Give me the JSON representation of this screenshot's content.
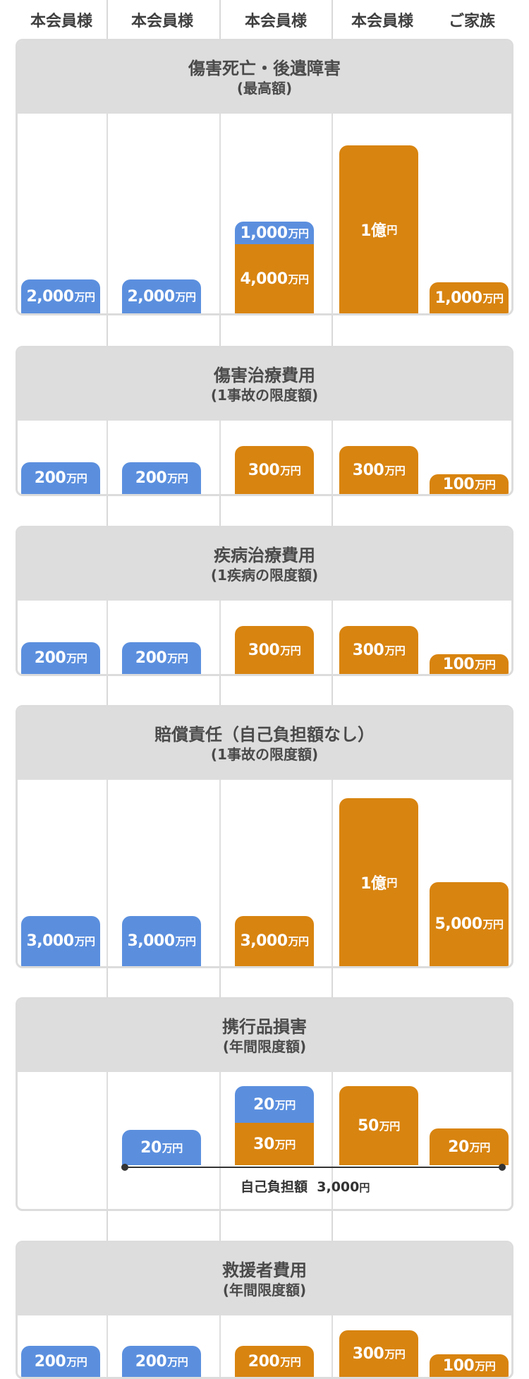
{
  "columns": [
    "本会員様",
    "本会員様",
    "本会員様",
    "本会員様",
    "ご家族"
  ],
  "colors": {
    "blue": "#5b8fde",
    "orange": "#d88410",
    "header_bg": "#dddddd"
  },
  "chart_data": {
    "type": "bar",
    "unit": "万円",
    "categories": [
      "本会員様",
      "本会員様",
      "本会員様",
      "本会員様",
      "ご家族"
    ],
    "sections": [
      {
        "title": "傷害死亡・後遺障害",
        "subtitle": "(最高額)",
        "bars": [
          {
            "category": "本会員様",
            "segments": [
              {
                "label": "2,000",
                "unit": "万円",
                "value": 2000,
                "color": "blue"
              }
            ]
          },
          {
            "category": "本会員様",
            "segments": [
              {
                "label": "2,000",
                "unit": "万円",
                "value": 2000,
                "color": "blue"
              }
            ]
          },
          {
            "category": "本会員様",
            "segments": [
              {
                "label": "4,000",
                "unit": "万円",
                "value": 4000,
                "color": "orange"
              },
              {
                "label": "1,000",
                "unit": "万円",
                "value": 1000,
                "color": "blue"
              }
            ]
          },
          {
            "category": "本会員様",
            "segments": [
              {
                "label": "1億",
                "unit": "円",
                "value": 10000,
                "color": "orange"
              }
            ]
          },
          {
            "category": "ご家族",
            "segments": [
              {
                "label": "1,000",
                "unit": "万円",
                "value": 1000,
                "color": "orange"
              }
            ]
          }
        ]
      },
      {
        "title": "傷害治療費用",
        "subtitle": "(1事故の限度額)",
        "bars": [
          {
            "category": "本会員様",
            "segments": [
              {
                "label": "200",
                "unit": "万円",
                "value": 200,
                "color": "blue"
              }
            ]
          },
          {
            "category": "本会員様",
            "segments": [
              {
                "label": "200",
                "unit": "万円",
                "value": 200,
                "color": "blue"
              }
            ]
          },
          {
            "category": "本会員様",
            "segments": [
              {
                "label": "300",
                "unit": "万円",
                "value": 300,
                "color": "orange"
              }
            ]
          },
          {
            "category": "本会員様",
            "segments": [
              {
                "label": "300",
                "unit": "万円",
                "value": 300,
                "color": "orange"
              }
            ]
          },
          {
            "category": "ご家族",
            "segments": [
              {
                "label": "100",
                "unit": "万円",
                "value": 100,
                "color": "orange"
              }
            ]
          }
        ]
      },
      {
        "title": "疾病治療費用",
        "subtitle": "(1疾病の限度額)",
        "bars": [
          {
            "category": "本会員様",
            "segments": [
              {
                "label": "200",
                "unit": "万円",
                "value": 200,
                "color": "blue"
              }
            ]
          },
          {
            "category": "本会員様",
            "segments": [
              {
                "label": "200",
                "unit": "万円",
                "value": 200,
                "color": "blue"
              }
            ]
          },
          {
            "category": "本会員様",
            "segments": [
              {
                "label": "300",
                "unit": "万円",
                "value": 300,
                "color": "orange"
              }
            ]
          },
          {
            "category": "本会員様",
            "segments": [
              {
                "label": "300",
                "unit": "万円",
                "value": 300,
                "color": "orange"
              }
            ]
          },
          {
            "category": "ご家族",
            "segments": [
              {
                "label": "100",
                "unit": "万円",
                "value": 100,
                "color": "orange"
              }
            ]
          }
        ]
      },
      {
        "title": "賠償責任（自己負担額なし）",
        "subtitle": "(1事故の限度額)",
        "bars": [
          {
            "category": "本会員様",
            "segments": [
              {
                "label": "3,000",
                "unit": "万円",
                "value": 3000,
                "color": "blue"
              }
            ]
          },
          {
            "category": "本会員様",
            "segments": [
              {
                "label": "3,000",
                "unit": "万円",
                "value": 3000,
                "color": "blue"
              }
            ]
          },
          {
            "category": "本会員様",
            "segments": [
              {
                "label": "3,000",
                "unit": "万円",
                "value": 3000,
                "color": "orange"
              }
            ]
          },
          {
            "category": "本会員様",
            "segments": [
              {
                "label": "1億",
                "unit": "円",
                "value": 10000,
                "color": "orange"
              }
            ]
          },
          {
            "category": "ご家族",
            "segments": [
              {
                "label": "5,000",
                "unit": "万円",
                "value": 5000,
                "color": "orange"
              }
            ]
          }
        ]
      },
      {
        "title": "携行品損害",
        "subtitle": "(年間限度額)",
        "deductible": {
          "label": "自己負担額",
          "amount": "3,000",
          "unit": "円"
        },
        "bars": [
          {
            "category": "本会員様",
            "segments": []
          },
          {
            "category": "本会員様",
            "segments": [
              {
                "label": "20",
                "unit": "万円",
                "value": 20,
                "color": "blue"
              }
            ]
          },
          {
            "category": "本会員様",
            "segments": [
              {
                "label": "30",
                "unit": "万円",
                "value": 30,
                "color": "orange"
              },
              {
                "label": "20",
                "unit": "万円",
                "value": 20,
                "color": "blue"
              }
            ]
          },
          {
            "category": "本会員様",
            "segments": [
              {
                "label": "50",
                "unit": "万円",
                "value": 50,
                "color": "orange"
              }
            ]
          },
          {
            "category": "ご家族",
            "segments": [
              {
                "label": "20",
                "unit": "万円",
                "value": 20,
                "color": "orange"
              }
            ]
          }
        ]
      },
      {
        "title": "救援者費用",
        "subtitle": "(年間限度額)",
        "bars": [
          {
            "category": "本会員様",
            "segments": [
              {
                "label": "200",
                "unit": "万円",
                "value": 200,
                "color": "blue"
              }
            ]
          },
          {
            "category": "本会員様",
            "segments": [
              {
                "label": "200",
                "unit": "万円",
                "value": 200,
                "color": "blue"
              }
            ]
          },
          {
            "category": "本会員様",
            "segments": [
              {
                "label": "200",
                "unit": "万円",
                "value": 200,
                "color": "orange"
              }
            ]
          },
          {
            "category": "本会員様",
            "segments": [
              {
                "label": "300",
                "unit": "万円",
                "value": 300,
                "color": "orange"
              }
            ]
          },
          {
            "category": "ご家族",
            "segments": [
              {
                "label": "100",
                "unit": "万円",
                "value": 100,
                "color": "orange"
              }
            ]
          }
        ]
      }
    ]
  }
}
